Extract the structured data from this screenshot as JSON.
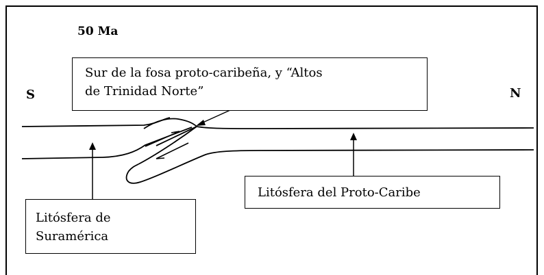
{
  "labels": {
    "age": "50 Ma",
    "south": "S",
    "north": "N"
  },
  "boxes": {
    "fosa": {
      "line1": "Sur de la fosa proto-caribeña, y “Altos",
      "line2": "de Trinidad Norte”"
    },
    "proto_caribe": {
      "line1": "Litósfera del Proto-Caribe"
    },
    "suramerica": {
      "line1": "Litósfera de",
      "line2": "Suramérica"
    }
  },
  "colors": {
    "ink": "#000000",
    "background": "#ffffff"
  }
}
